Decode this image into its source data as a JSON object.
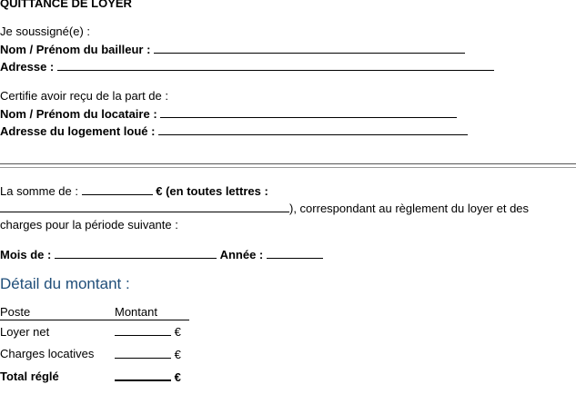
{
  "title": "QUITTANCE DE LOYER",
  "bailleur": {
    "intro": "Je soussigné(e) :",
    "name_label": "Nom / Prénom du bailleur :",
    "address_label": "Adresse :"
  },
  "locataire": {
    "intro": "Certifie avoir reçu de la part de :",
    "name_label": "Nom / Prénom du locataire :",
    "address_label": "Adresse du logement loué :"
  },
  "somme": {
    "label": "La somme de :",
    "euro_letters": "€ (en toutes lettres :",
    "close": "), correspondant au règlement du loyer et des",
    "line3": "charges pour la période suivante :"
  },
  "periode": {
    "mois_label": "Mois de :",
    "annee_label": "Année :"
  },
  "detail": {
    "heading": "Détail du montant :",
    "headers": [
      "Poste",
      "Montant"
    ],
    "rows": [
      {
        "label": "Loyer net",
        "currency": "€",
        "bold": false
      },
      {
        "label": "Charges locatives",
        "currency": "€",
        "bold": false
      },
      {
        "label": "Total réglé",
        "currency": "€",
        "bold": true
      }
    ]
  }
}
